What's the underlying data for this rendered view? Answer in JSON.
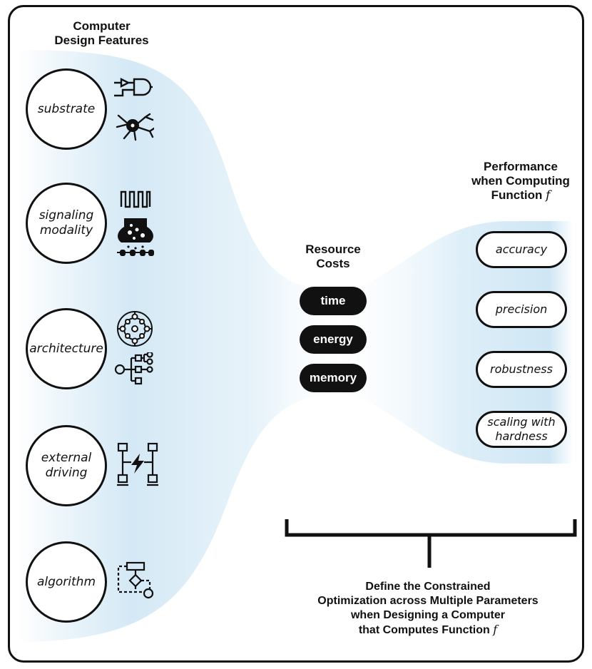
{
  "headings": {
    "design_features": "Computer\nDesign Features",
    "resource_costs": "Resource\nCosts",
    "performance_prefix": "Performance\nwhen Computing\nFunction ",
    "function_symbol": "f"
  },
  "design_features": [
    {
      "label": "substrate",
      "icons": [
        "and-gate-icon",
        "neuron-icon"
      ]
    },
    {
      "label": "signaling\nmodality",
      "icons": [
        "square-wave-icon",
        "synapse-icon"
      ]
    },
    {
      "label": "architecture",
      "icons": [
        "circular-network-icon",
        "tree-network-icon"
      ]
    },
    {
      "label": "external\ndriving",
      "icons": [
        "power-driving-icon"
      ]
    },
    {
      "label": "algorithm",
      "icons": [
        "flowchart-icon"
      ]
    }
  ],
  "resource_costs": [
    "time",
    "energy",
    "memory"
  ],
  "performance_metrics": [
    "accuracy",
    "precision",
    "robustness",
    "scaling with\nhardness"
  ],
  "conclusion": {
    "text": "Define the Constrained\nOptimization across Multiple Parameters\nwhen Designing a Computer\nthat Computes Function ",
    "function_symbol": "f"
  },
  "colors": {
    "outline": "#111111",
    "gradient_blue": "#cfe6f4",
    "pill_dark": "#111111",
    "pill_text": "#ffffff"
  }
}
